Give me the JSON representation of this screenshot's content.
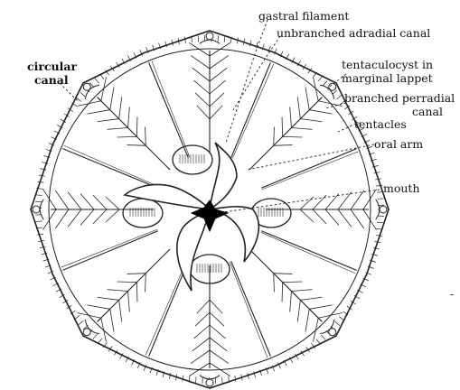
{
  "diagram": {
    "labels": {
      "circular_canal_line1": "circular",
      "circular_canal_line2": "canal",
      "gastral_filament": "gastral filament",
      "unbranched_adradial_canal": "unbranched adradial canal",
      "tentaculocyst_line1": "tentaculocyst in",
      "tentaculocyst_line2": "marginal lappet",
      "branched_perradial_line1": "branched perradial",
      "branched_perradial_line2": "canal",
      "tentacles": "tentacles",
      "oral_arm": "oral arm",
      "mouth": "mouth"
    },
    "stray_mark": "-",
    "ink_color": "#222222",
    "mouth_color": "#000000"
  }
}
